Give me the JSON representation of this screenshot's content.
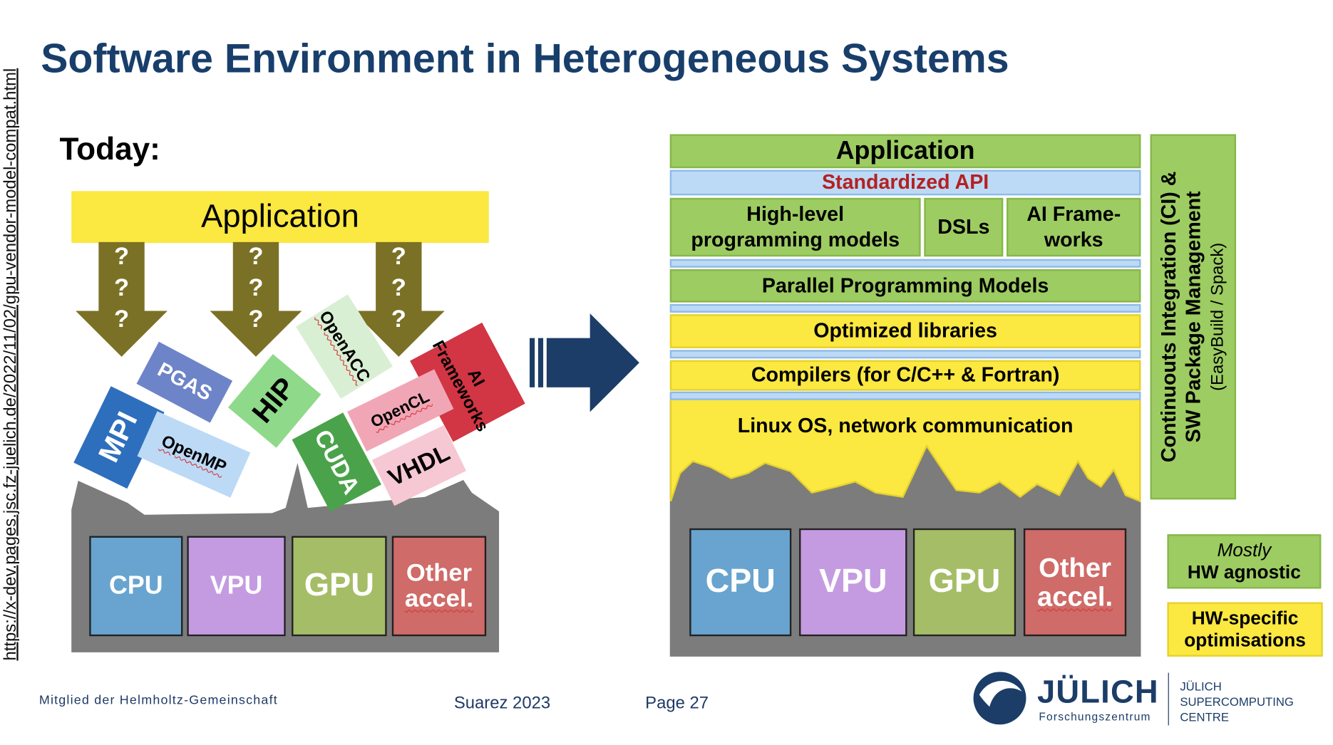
{
  "slide": {
    "title": "Software Environment in Heterogeneous Systems",
    "url": "https://x-dev.pages.jsc.fz-juelich.de/2022/11/02/gpu-vendor-model-compat.html"
  },
  "today": {
    "label": "Today:",
    "application": "Application",
    "question_marks": [
      "?",
      "?",
      "?"
    ],
    "tiles": {
      "mpi": "MPI",
      "pgas": "PGAS",
      "openmp": "OpenMP",
      "hip": "HIP",
      "openacc": "OpenACC",
      "cuda": "CUDA",
      "opencl": "OpenCL",
      "vhdl": "VHDL",
      "ai_frameworks_1": "AI",
      "ai_frameworks_2": "Frameworks"
    },
    "hardware": {
      "cpu": "CPU",
      "vpu": "VPU",
      "gpu": "GPU",
      "other_1": "Other",
      "other_2": "accel."
    }
  },
  "stack": {
    "application": "Application",
    "standardized_api": "Standardized API",
    "high_level_1": "High-level",
    "high_level_2": "programming models",
    "dsls": "DSLs",
    "ai_1": "AI Frame-",
    "ai_2": "works",
    "parallel_models": "Parallel Programming Models",
    "optimized_libraries": "Optimized libraries",
    "compilers": "Compilers (for C/C++ & Fortran)",
    "linux": "Linux OS, network communication",
    "hardware": {
      "cpu": "CPU",
      "vpu": "VPU",
      "gpu": "GPU",
      "other_1": "Other",
      "other_2": "accel."
    }
  },
  "ci": {
    "line1": "Continuouts Integration (CI)  &",
    "line2": "SW Package Management",
    "line3": "(EasyBuild / Spack)"
  },
  "legend": {
    "agnostic_1": "Mostly",
    "agnostic_2": "HW agnostic",
    "specific_1": "HW-specific",
    "specific_2": "optimisations"
  },
  "footer": {
    "member": "Mitglied der Helmholtz-Gemeinschaft",
    "author": "Suarez 2023",
    "page": "Page 27",
    "brand": "JÜLICH",
    "brand_sub": "Forschungszentrum",
    "jsc_1": "JÜLICH",
    "jsc_2": "SUPERCOMPUTING",
    "jsc_3": "CENTRE"
  },
  "colors": {
    "title": "#183e6b",
    "arrow_olive": "#7b7126",
    "yellow": "#fbe840",
    "green": "#9dcc62",
    "blue": "#bcdaf6",
    "api_red": "#b42121",
    "cpu": "#68a4cf",
    "vpu": "#c49be0",
    "gpu": "#a5bd66",
    "other": "#cf6b68",
    "navy_arrow": "#1b3d68"
  }
}
